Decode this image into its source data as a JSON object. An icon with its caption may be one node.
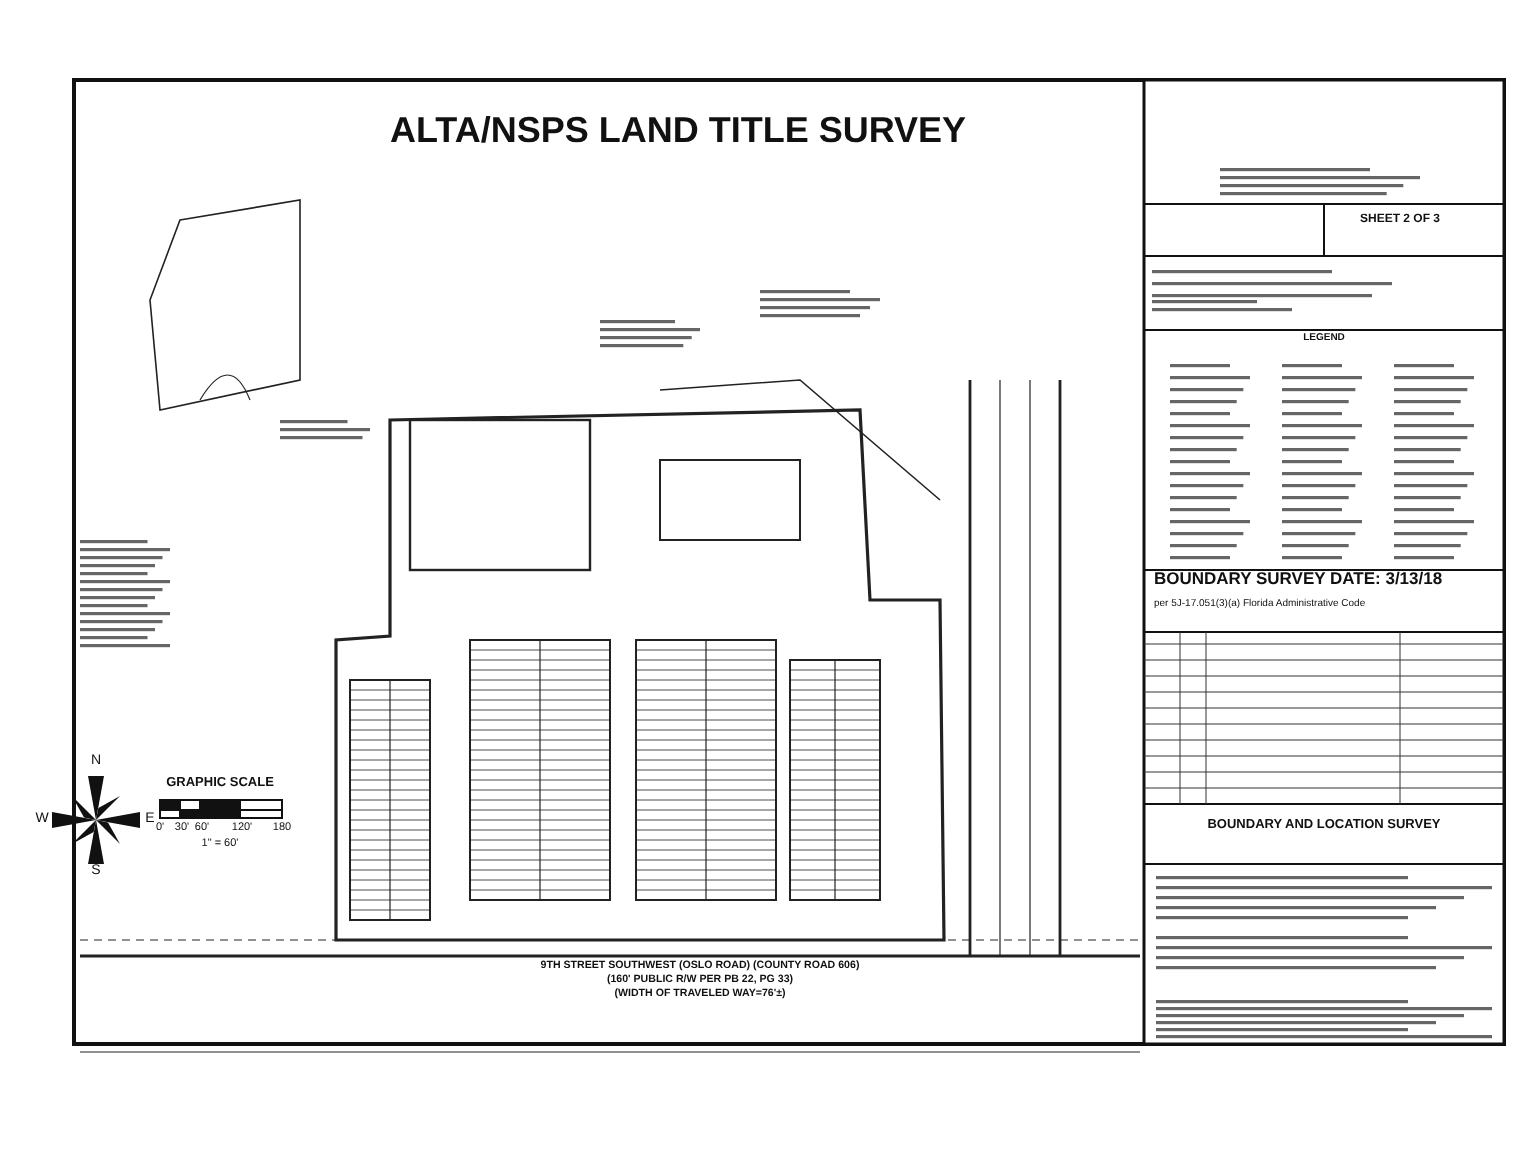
{
  "diagram": {
    "title": "ALTA/NSPS LAND TITLE SURVEY",
    "labels": [
      "SHEET 2 OF 3",
      "LEGEND",
      "BOUNDARY SURVEY DATE: 3/13/18",
      "per 5J-17.051(3)(a) Florida Administrative Code",
      "BOUNDARY AND LOCATION SURVEY",
      "N",
      "E",
      "S",
      "W",
      "GRAPHIC SCALE",
      "0'",
      "30'",
      "60'",
      "120'",
      "180",
      "1\" = 60'",
      "9TH STREET SOUTHWEST (OSLO ROAD) (COUNTY ROAD 606)",
      "(160' PUBLIC R/W PER PB 22, PG 33)",
      "(WIDTH OF TRAVELED WAY=76'±)"
    ]
  }
}
